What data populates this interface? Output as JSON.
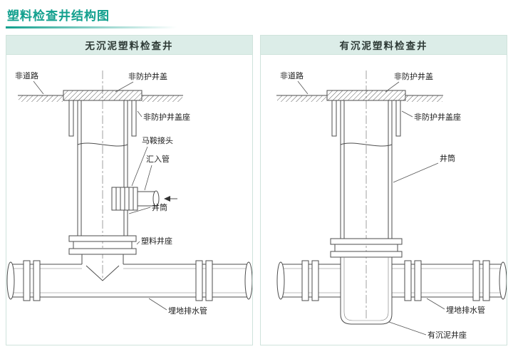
{
  "page": {
    "title": "塑料检查井结构图"
  },
  "panels": {
    "left": {
      "title": "无沉泥塑料检查井",
      "labels": {
        "non_road": "非道路",
        "cover": "非防护井盖",
        "cover_seat": "非防护井盖座",
        "saddle": "马鞍接头",
        "inlet": "汇入管",
        "shaft": "井筒",
        "seat": "塑料井座",
        "drain": "埋地排水管"
      }
    },
    "right": {
      "title": "有沉泥塑料检查井",
      "labels": {
        "non_road": "非道路",
        "cover": "非防护井盖",
        "cover_seat": "非防护井盖座",
        "shaft": "井筒",
        "drain": "埋地排水管",
        "seat": "有沉泥井座"
      }
    }
  },
  "colors": {
    "accent": "#12a08e",
    "header_bg": "#dcede8",
    "line": "#4d4d4d"
  }
}
